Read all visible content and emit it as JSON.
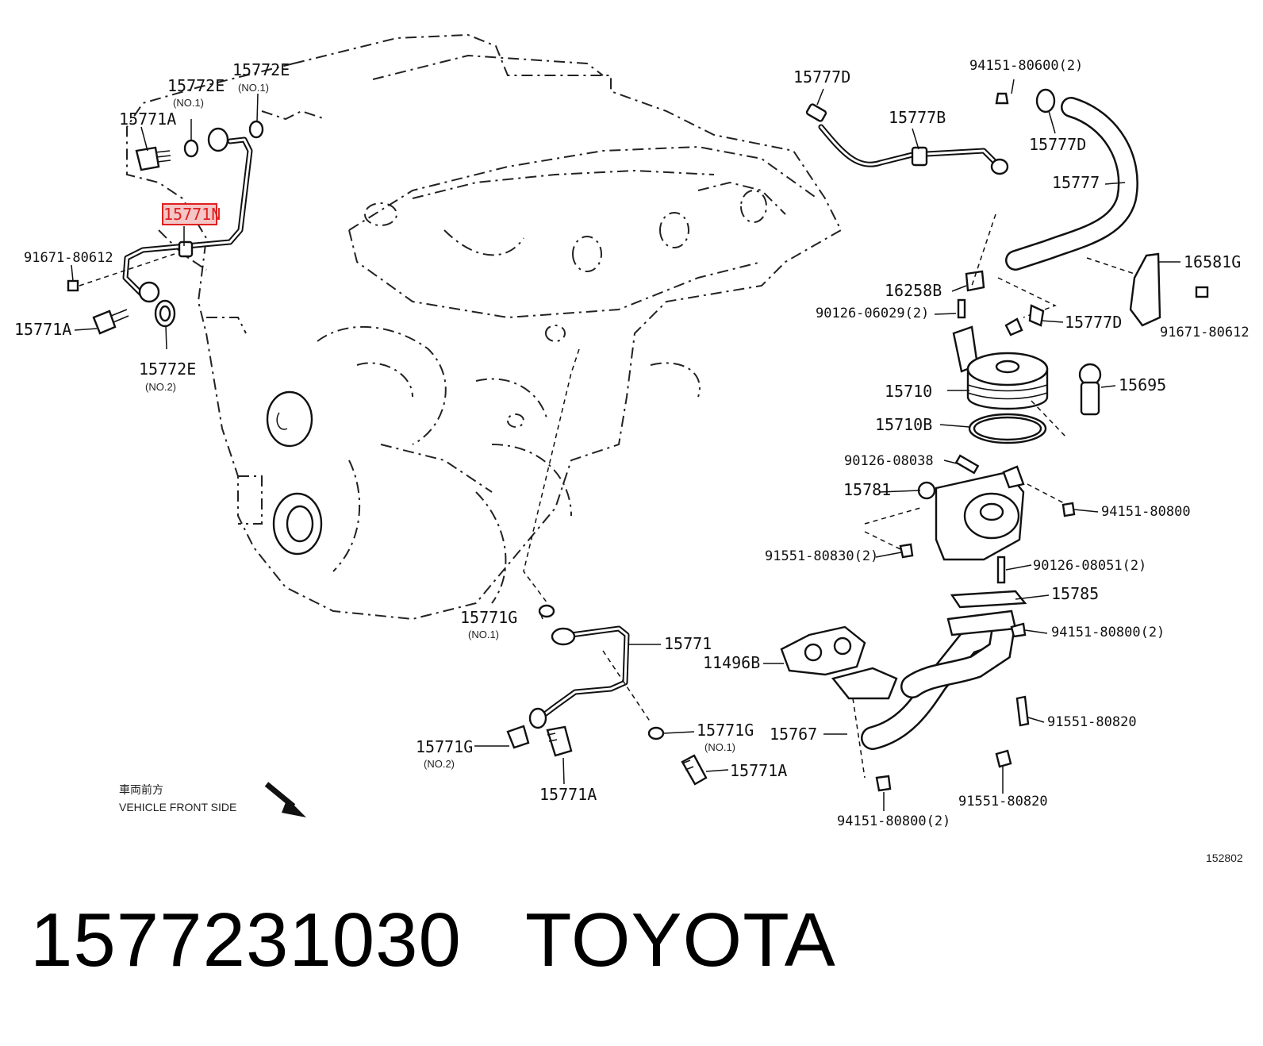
{
  "labels": {
    "l_15772E_a": "15772E",
    "l_no1_a": "(NO.1)",
    "l_15772E_b": "15772E",
    "l_no1_b": "(NO.1)",
    "l_15771A_a": "15771A",
    "l_15771N": "15771N",
    "l_91671_a": "91671-80612",
    "l_15771A_b": "15771A",
    "l_15772E_c": "15772E",
    "l_no2_c": "(NO.2)",
    "l_15777D_a": "15777D",
    "l_94151_80600": "94151-80600(2)",
    "l_15777B": "15777B",
    "l_15777D_b": "15777D",
    "l_15777": "15777",
    "l_16581G": "16581G",
    "l_16258B": "16258B",
    "l_91671_b": "91671-80612",
    "l_90126_06029": "90126-06029(2)",
    "l_15777D_c": "15777D",
    "l_15710": "15710",
    "l_15695": "15695",
    "l_15710B": "15710B",
    "l_90126_08038": "90126-08038",
    "l_15781": "15781",
    "l_94151_80800_a": "94151-80800",
    "l_91551_80830": "91551-80830(2)",
    "l_90126_08051": "90126-08051(2)",
    "l_15785": "15785",
    "l_15771G_a": "15771G",
    "l_no1_g1": "(NO.1)",
    "l_15771": "15771",
    "l_94151_80800_b": "94151-80800(2)",
    "l_11496B": "11496B",
    "l_91551_80820_a": "91551-80820",
    "l_15767": "15767",
    "l_15771G_b": "15771G",
    "l_no1_g2": "(NO.1)",
    "l_15771G_c": "15771G",
    "l_no2_g3": "(NO.2)",
    "l_15771A_c": "15771A",
    "l_15771A_d": "15771A",
    "l_91551_80820_b": "91551-80820",
    "l_94151_80800_c": "94151-80800(2)"
  },
  "direction": {
    "jp": "車両前方",
    "en": "VEHICLE FRONT SIDE"
  },
  "figure_id": "152802",
  "caption": {
    "part_number": "1577231030",
    "brand": "TOYOTA"
  },
  "highlight": {
    "part": "15771N",
    "color": "#e02020"
  }
}
